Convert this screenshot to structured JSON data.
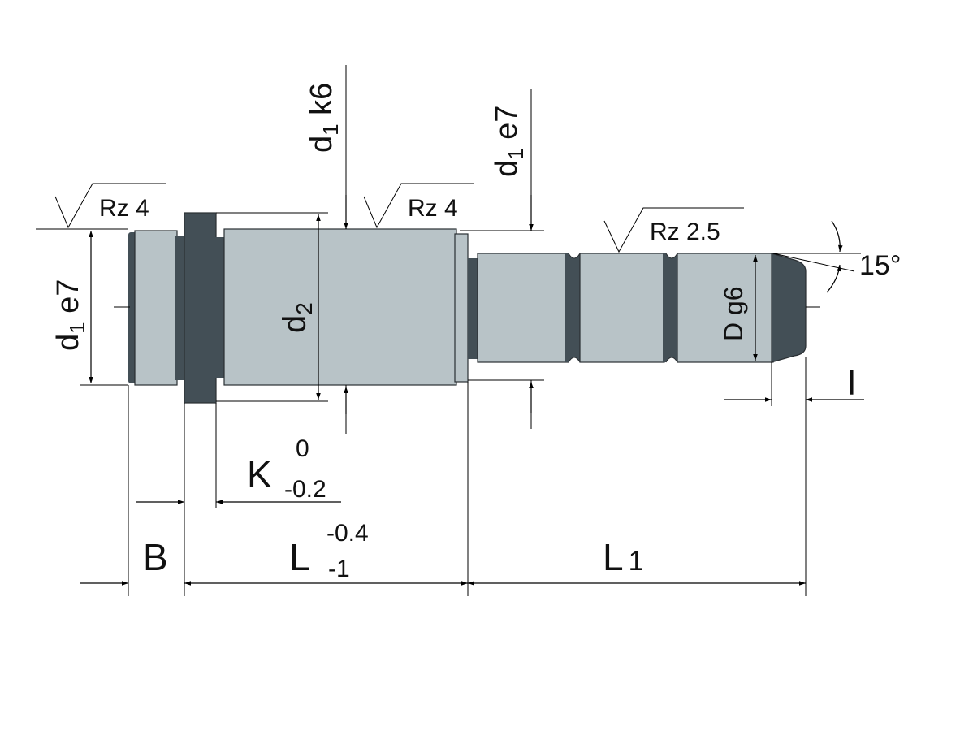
{
  "colors": {
    "light_metal": "#b8c3c7",
    "dark_metal": "#434f56",
    "line": "#000000"
  },
  "labels": {
    "d1_k6": {
      "main": "d",
      "sub": "1",
      "rest": " k6"
    },
    "d1_e7_top": {
      "main": "d",
      "sub": "1",
      "rest": " e7"
    },
    "d1_e7_left": {
      "main": "d",
      "sub": "1",
      "rest": " e7"
    },
    "d2": {
      "main": "d",
      "sub": "2"
    },
    "D_g6": "D g6",
    "rz_1": "Rz 4",
    "rz_2": "Rz 4",
    "rz_3": "Rz 2.5",
    "angle": "15°",
    "l_small": "l",
    "K": {
      "main": "K",
      "upper": "0",
      "lower": "-0.2"
    },
    "B": "B",
    "L": {
      "main": "L",
      "upper": "-0.4",
      "lower": "-1"
    },
    "L1": {
      "main": "L",
      "sub": "1"
    }
  }
}
